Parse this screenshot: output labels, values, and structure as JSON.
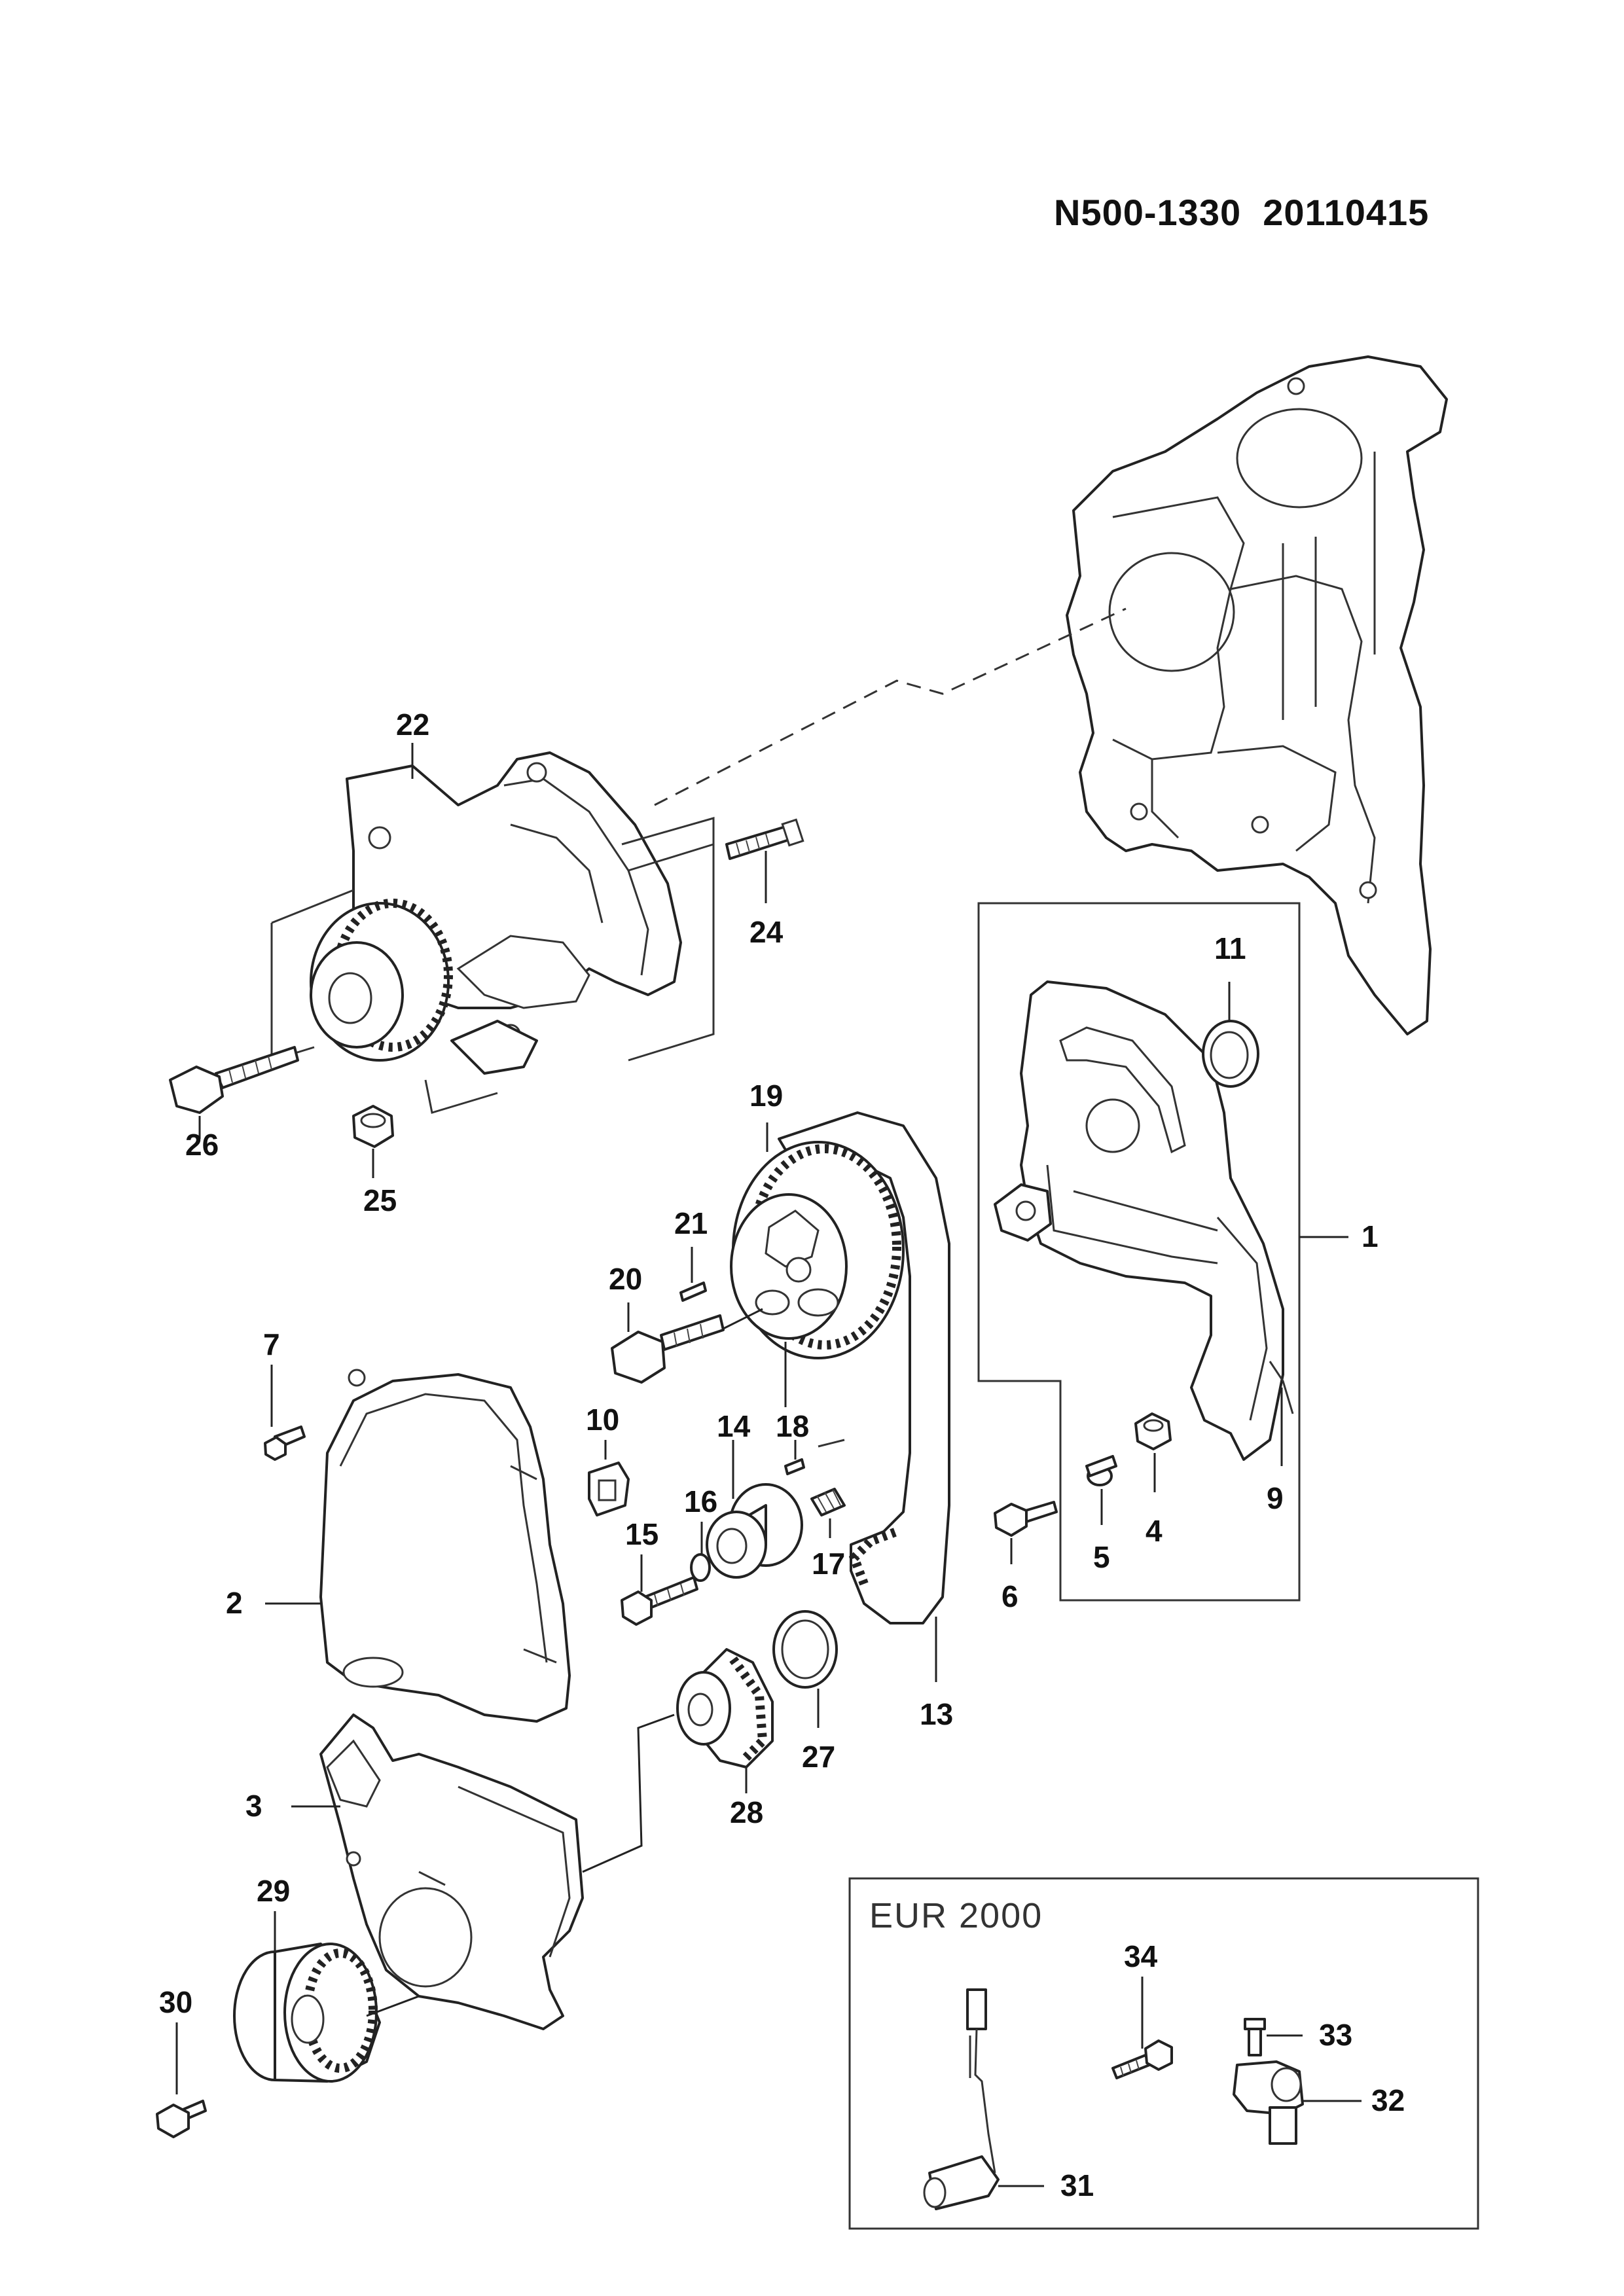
{
  "header": {
    "code": "N500-1330  20110415"
  },
  "inset": {
    "title": "EUR 2000"
  },
  "callouts": {
    "c1": "1",
    "c2": "2",
    "c3": "3",
    "c4": "4",
    "c5": "5",
    "c6": "6",
    "c7": "7",
    "c9": "9",
    "c10": "10",
    "c11": "11",
    "c13": "13",
    "c14": "14",
    "c15": "15",
    "c16": "16",
    "c17": "17",
    "c18": "18",
    "c19": "19",
    "c20": "20",
    "c21": "21",
    "c22": "22",
    "c24": "24",
    "c25": "25",
    "c26": "26",
    "c27": "27",
    "c28": "28",
    "c29": "29",
    "c30": "30",
    "c31": "31",
    "c32": "32",
    "c33": "33",
    "c34": "34"
  }
}
